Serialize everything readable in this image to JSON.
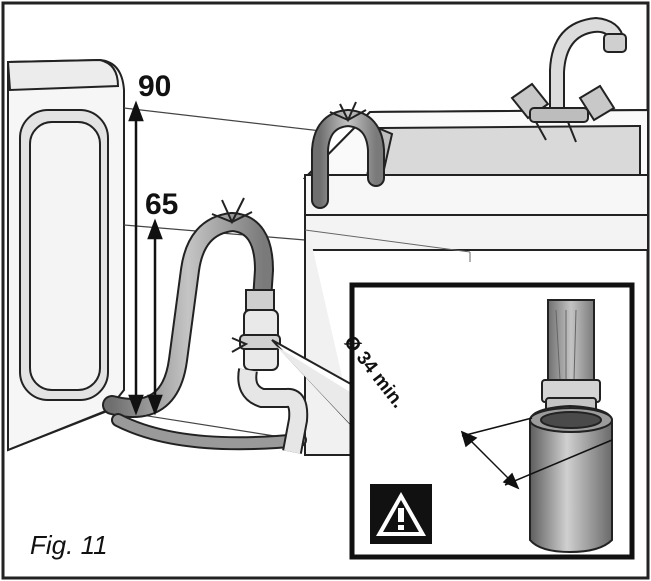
{
  "dimensions": {
    "height_high": "90",
    "height_low": "65",
    "diameter": "Ø 34 min."
  },
  "caption": "Fig. 11",
  "colors": {
    "line": "#222222",
    "hose": "#8a8a8a",
    "hose_light": "#b8b8b8",
    "shade": "#d6d6d6",
    "warning_bg": "#111111"
  },
  "icons": [
    "warning-icon"
  ]
}
